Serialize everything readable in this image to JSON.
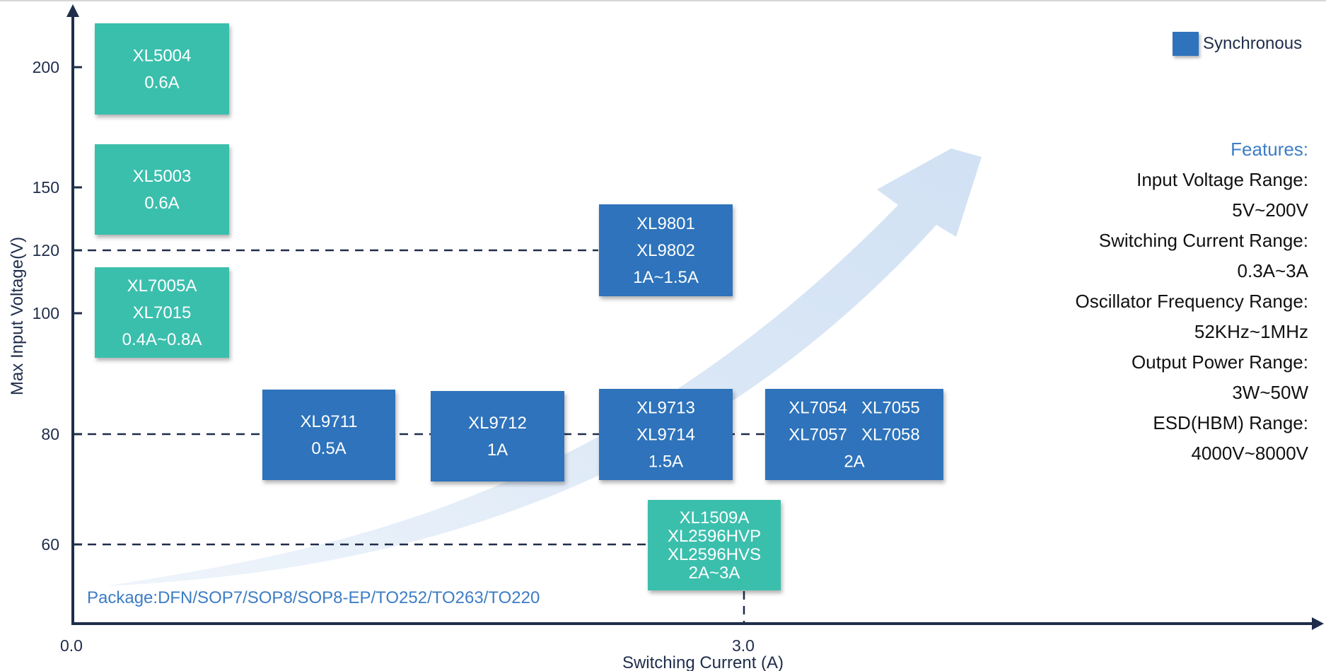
{
  "chart_data": {
    "type": "product-map",
    "xlabel": "Switching Current (A)",
    "ylabel": "Max Input Voltage(V)",
    "x_ticks": [
      "0.0",
      "3.0"
    ],
    "y_ticks": [
      "200",
      "150",
      "120",
      "100",
      "80",
      "60"
    ],
    "legend": [
      {
        "label": "Synchronous",
        "color": "#2e73bb"
      }
    ],
    "colors": {
      "synchronous": "#2e73bb",
      "asynchronous": "#3bbfad"
    },
    "products": [
      {
        "lines": [
          "XL5004",
          "0.6A"
        ],
        "voltage": 200,
        "synchronous": false
      },
      {
        "lines": [
          "XL5003",
          "0.6A"
        ],
        "voltage": 150,
        "synchronous": false
      },
      {
        "lines": [
          "XL7005A",
          "XL7015",
          "0.4A~0.8A"
        ],
        "voltage": 100,
        "synchronous": false
      },
      {
        "lines": [
          "XL9801",
          "XL9802",
          "1A~1.5A"
        ],
        "voltage": 120,
        "synchronous": true
      },
      {
        "lines": [
          "XL9711",
          "0.5A"
        ],
        "voltage": 80,
        "synchronous": true
      },
      {
        "lines": [
          "XL9712",
          "1A"
        ],
        "voltage": 80,
        "synchronous": true
      },
      {
        "lines": [
          "XL9713",
          "XL9714",
          "1.5A"
        ],
        "voltage": 80,
        "synchronous": true
      },
      {
        "lines": [
          "XL7054   XL7055",
          "XL7057   XL7058",
          "2A"
        ],
        "voltage": 80,
        "synchronous": true
      },
      {
        "lines": [
          "XL1509A",
          "XL2596HVP",
          "XL2596HVS",
          "2A~3A"
        ],
        "voltage": 60,
        "synchronous": false
      }
    ]
  },
  "features": {
    "title": "Features:",
    "items": [
      {
        "label": "Input Voltage Range:",
        "value": "5V~200V"
      },
      {
        "label": "Switching Current Range:",
        "value": "0.3A~3A"
      },
      {
        "label": "Oscillator Frequency Range:",
        "value": "52KHz~1MHz"
      },
      {
        "label": "Output Power Range:",
        "value": "3W~50W"
      },
      {
        "label": "ESD(HBM) Range:",
        "value": "4000V~8000V"
      }
    ]
  },
  "package_text": "Package:DFN/SOP7/SOP8/SOP8-EP/TO252/TO263/TO220"
}
